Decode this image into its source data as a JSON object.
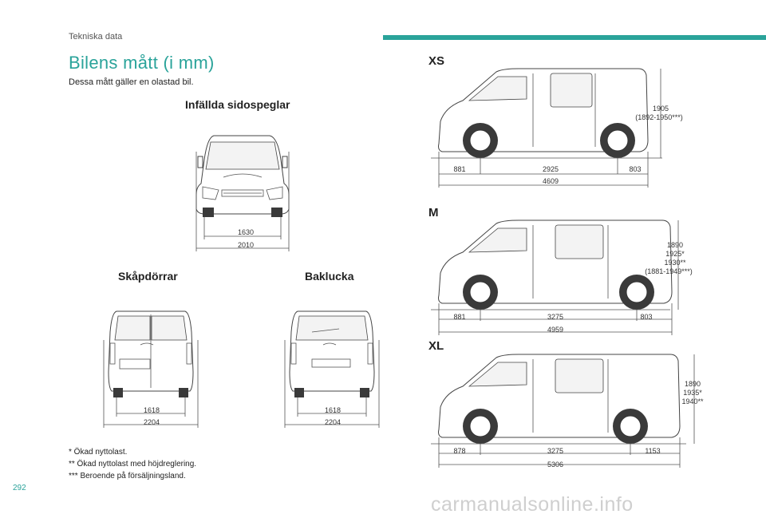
{
  "header": {
    "section": "Tekniska data",
    "accent_color": "#2aa39a"
  },
  "title": "Bilens mått (i mm)",
  "subtitle": "Dessa mått gäller en olastad bil.",
  "front": {
    "heading": "Infällda sidospeglar",
    "dim_inner": "1630",
    "dim_outer": "2010"
  },
  "rear_doors": {
    "heading": "Skåpdörrar",
    "dim_inner": "1618",
    "dim_outer": "2204"
  },
  "rear_hatch": {
    "heading": "Baklucka",
    "dim_inner": "1618",
    "dim_outer": "2204"
  },
  "variants": [
    {
      "name": "XS",
      "front_overhang": "881",
      "wheelbase": "2925",
      "rear_overhang": "803",
      "length": "4609",
      "height_lines": [
        "1905",
        "(1892-1950***)"
      ]
    },
    {
      "name": "M",
      "front_overhang": "881",
      "wheelbase": "3275",
      "rear_overhang": "803",
      "length": "4959",
      "height_lines": [
        "1890",
        "1925*",
        "1930**",
        "(1881-1949***)"
      ]
    },
    {
      "name": "XL",
      "front_overhang": "878",
      "wheelbase": "3275",
      "rear_overhang": "1153",
      "length": "5306",
      "height_lines": [
        "1890",
        "1935*",
        "1940**"
      ]
    }
  ],
  "footnotes": [
    "* Ökad nyttolast.",
    "** Ökad nyttolast med höjdreglering.",
    "*** Beroende på försäljningsland."
  ],
  "page_number": "292",
  "watermark": "carmanualsonline.info"
}
